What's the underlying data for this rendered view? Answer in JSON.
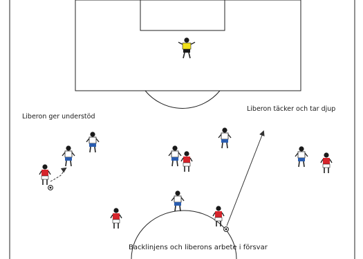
{
  "labels": {
    "support": "Liberon ger understöd",
    "cover": "Liberon täcker och tar djup",
    "caption": "Backlinjens och liberons arbete i försvar"
  },
  "colors": {
    "field_lines": "#222222",
    "background": "#ffffff",
    "goalkeeper_shirt": "#f2e21b",
    "white_team_shirt": "#ffffff",
    "white_team_shorts": "#2a5db0",
    "red_team_shirt": "#d6242b",
    "red_team_shorts": "#ffffff"
  },
  "players": {
    "goalkeeper": "goalkeeper-yellow",
    "defenders": "white-shirt-blue-shorts",
    "attackers": "red-shirt-white-shorts"
  }
}
